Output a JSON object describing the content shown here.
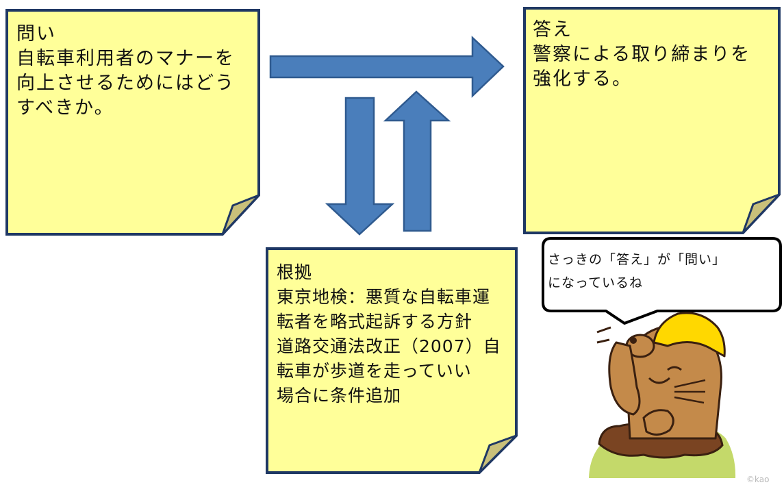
{
  "notes": {
    "question": {
      "title": "問い",
      "lines": [
        "自転車利用者のマナーを",
        "向上させるためにはどう",
        "すべきか。"
      ]
    },
    "answer": {
      "title": "答え",
      "lines": [
        "警察による取り締まりを",
        "強化する。"
      ]
    },
    "evidence": {
      "title": "根拠",
      "lines": [
        "東京地検：悪質な自転車運",
        "転者を略式起訴する方針",
        "道路交通法改正（2007）自",
        "転車が歩道を走っていい",
        "場合に条件追加"
      ]
    }
  },
  "speech_bubble": {
    "lines": [
      "さっきの「答え」が「問い」",
      "になっているね"
    ]
  },
  "mascot": {
    "name": "mole-with-helmet",
    "credit": "©kao"
  },
  "colors": {
    "note_fill": "#ffff99",
    "note_border": "#1f3864",
    "note_curl": "#c9c07a",
    "arrow_fill": "#4a7ebb",
    "arrow_border": "#2f5a8f",
    "helmet": "#ffd800",
    "mole_body": "#c48a4a",
    "mole_dark": "#8a5530",
    "grass": "#c4d96a"
  }
}
